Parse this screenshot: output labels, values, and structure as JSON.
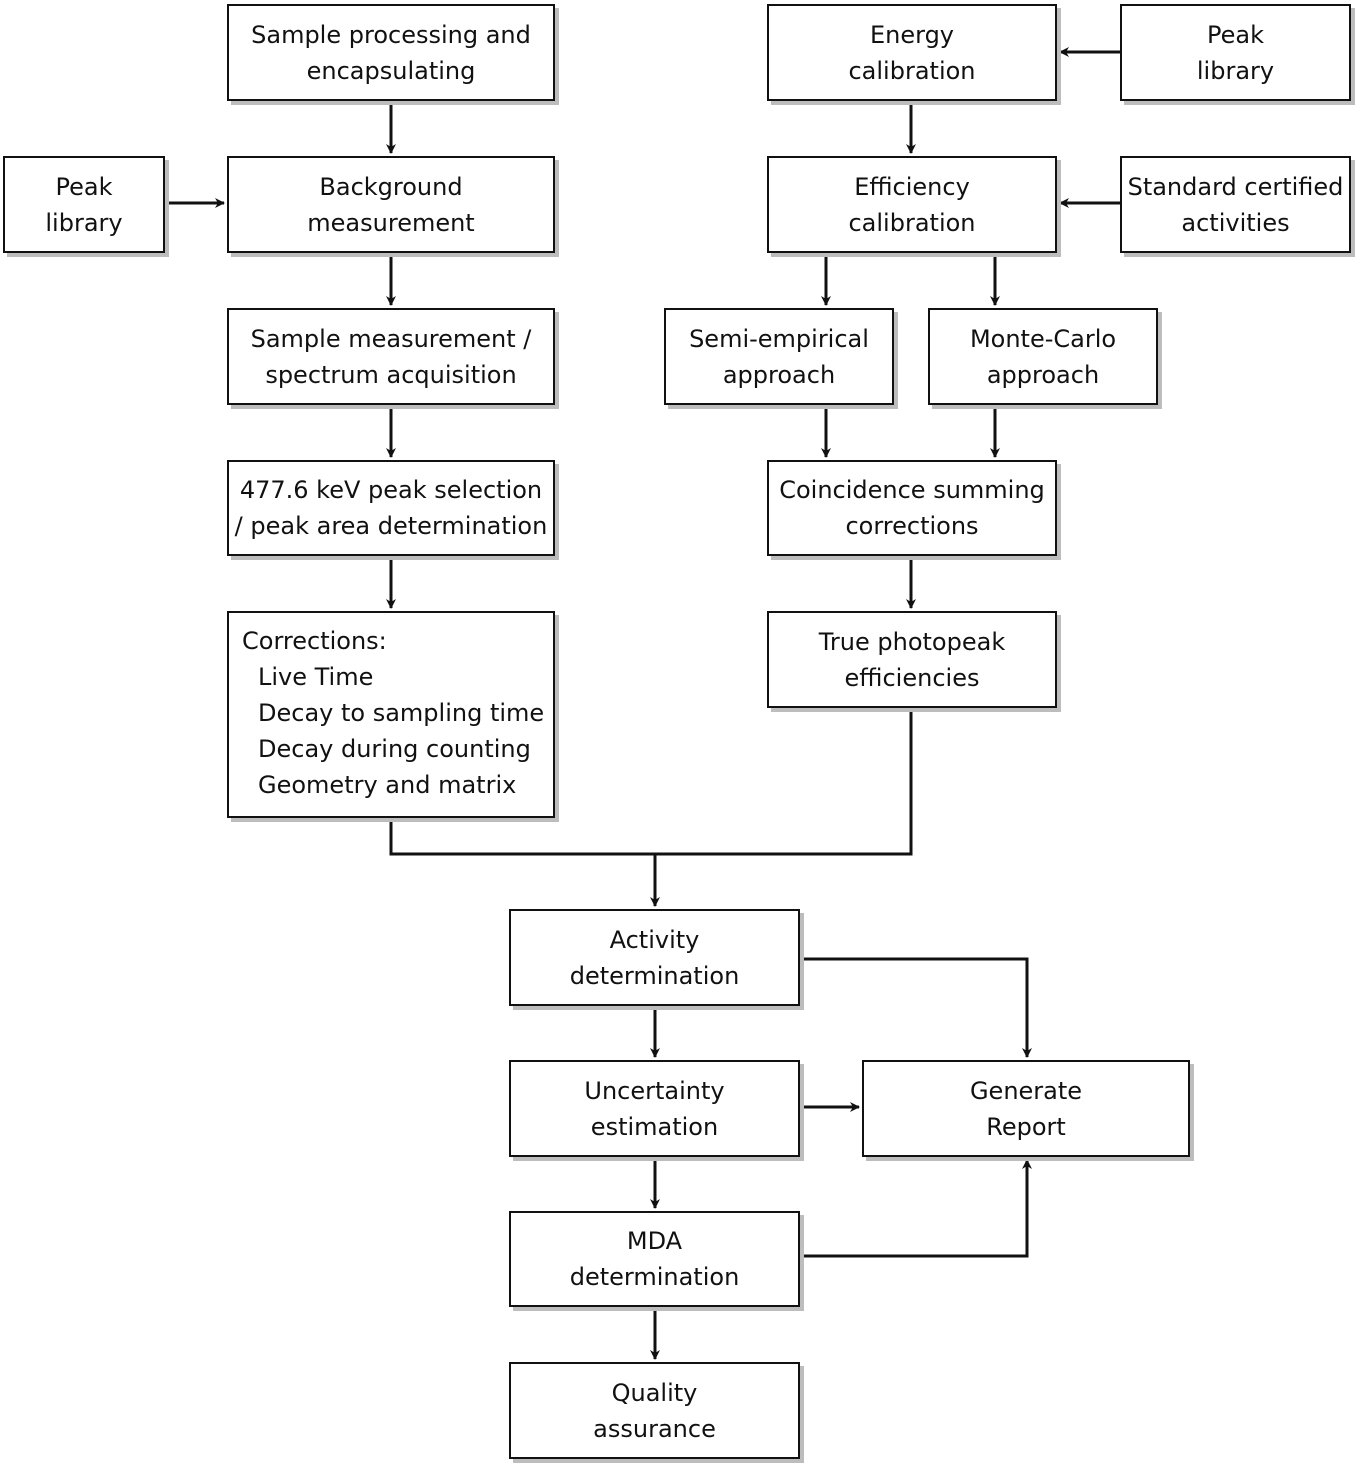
{
  "nodes": {
    "sample_processing": {
      "lines": [
        "Sample processing and",
        "encapsulating"
      ]
    },
    "peak_library_left": {
      "lines": [
        "Peak",
        "library"
      ]
    },
    "background_measurement": {
      "lines": [
        "Background",
        "measurement"
      ]
    },
    "sample_measurement": {
      "lines": [
        "Sample measurement /",
        "spectrum acquisition"
      ]
    },
    "peak_selection": {
      "lines": [
        "477.6 keV peak selection",
        "/ peak area determination"
      ]
    },
    "corrections": {
      "title": "Corrections:",
      "items": [
        "Live Time",
        "Decay to sampling time",
        "Decay during counting",
        "Geometry and matrix"
      ]
    },
    "energy_calibration": {
      "lines": [
        "Energy",
        "calibration"
      ]
    },
    "peak_library_right": {
      "lines": [
        "Peak",
        "library"
      ]
    },
    "efficiency_calibration": {
      "lines": [
        "Efficiency",
        "calibration"
      ]
    },
    "standard_certified": {
      "lines": [
        "Standard certified",
        "activities"
      ]
    },
    "semi_empirical": {
      "lines": [
        "Semi-empirical",
        "approach"
      ]
    },
    "monte_carlo": {
      "lines": [
        "Monte-Carlo",
        "approach"
      ]
    },
    "coincidence_summing": {
      "lines": [
        "Coincidence summing",
        "corrections"
      ]
    },
    "true_photopeak": {
      "lines": [
        "True photopeak",
        "efficiencies"
      ]
    },
    "activity_determination": {
      "lines": [
        "Activity",
        "determination"
      ]
    },
    "uncertainty_estimation": {
      "lines": [
        "Uncertainty",
        "estimation"
      ]
    },
    "generate_report": {
      "lines": [
        "Generate",
        "Report"
      ]
    },
    "mda_determination": {
      "lines": [
        "MDA",
        "determination"
      ]
    },
    "quality_assurance": {
      "lines": [
        "Quality",
        "assurance"
      ]
    }
  },
  "colors": {
    "stroke": "#111111",
    "shadow": "#bdbdbd",
    "background": "#ffffff"
  }
}
